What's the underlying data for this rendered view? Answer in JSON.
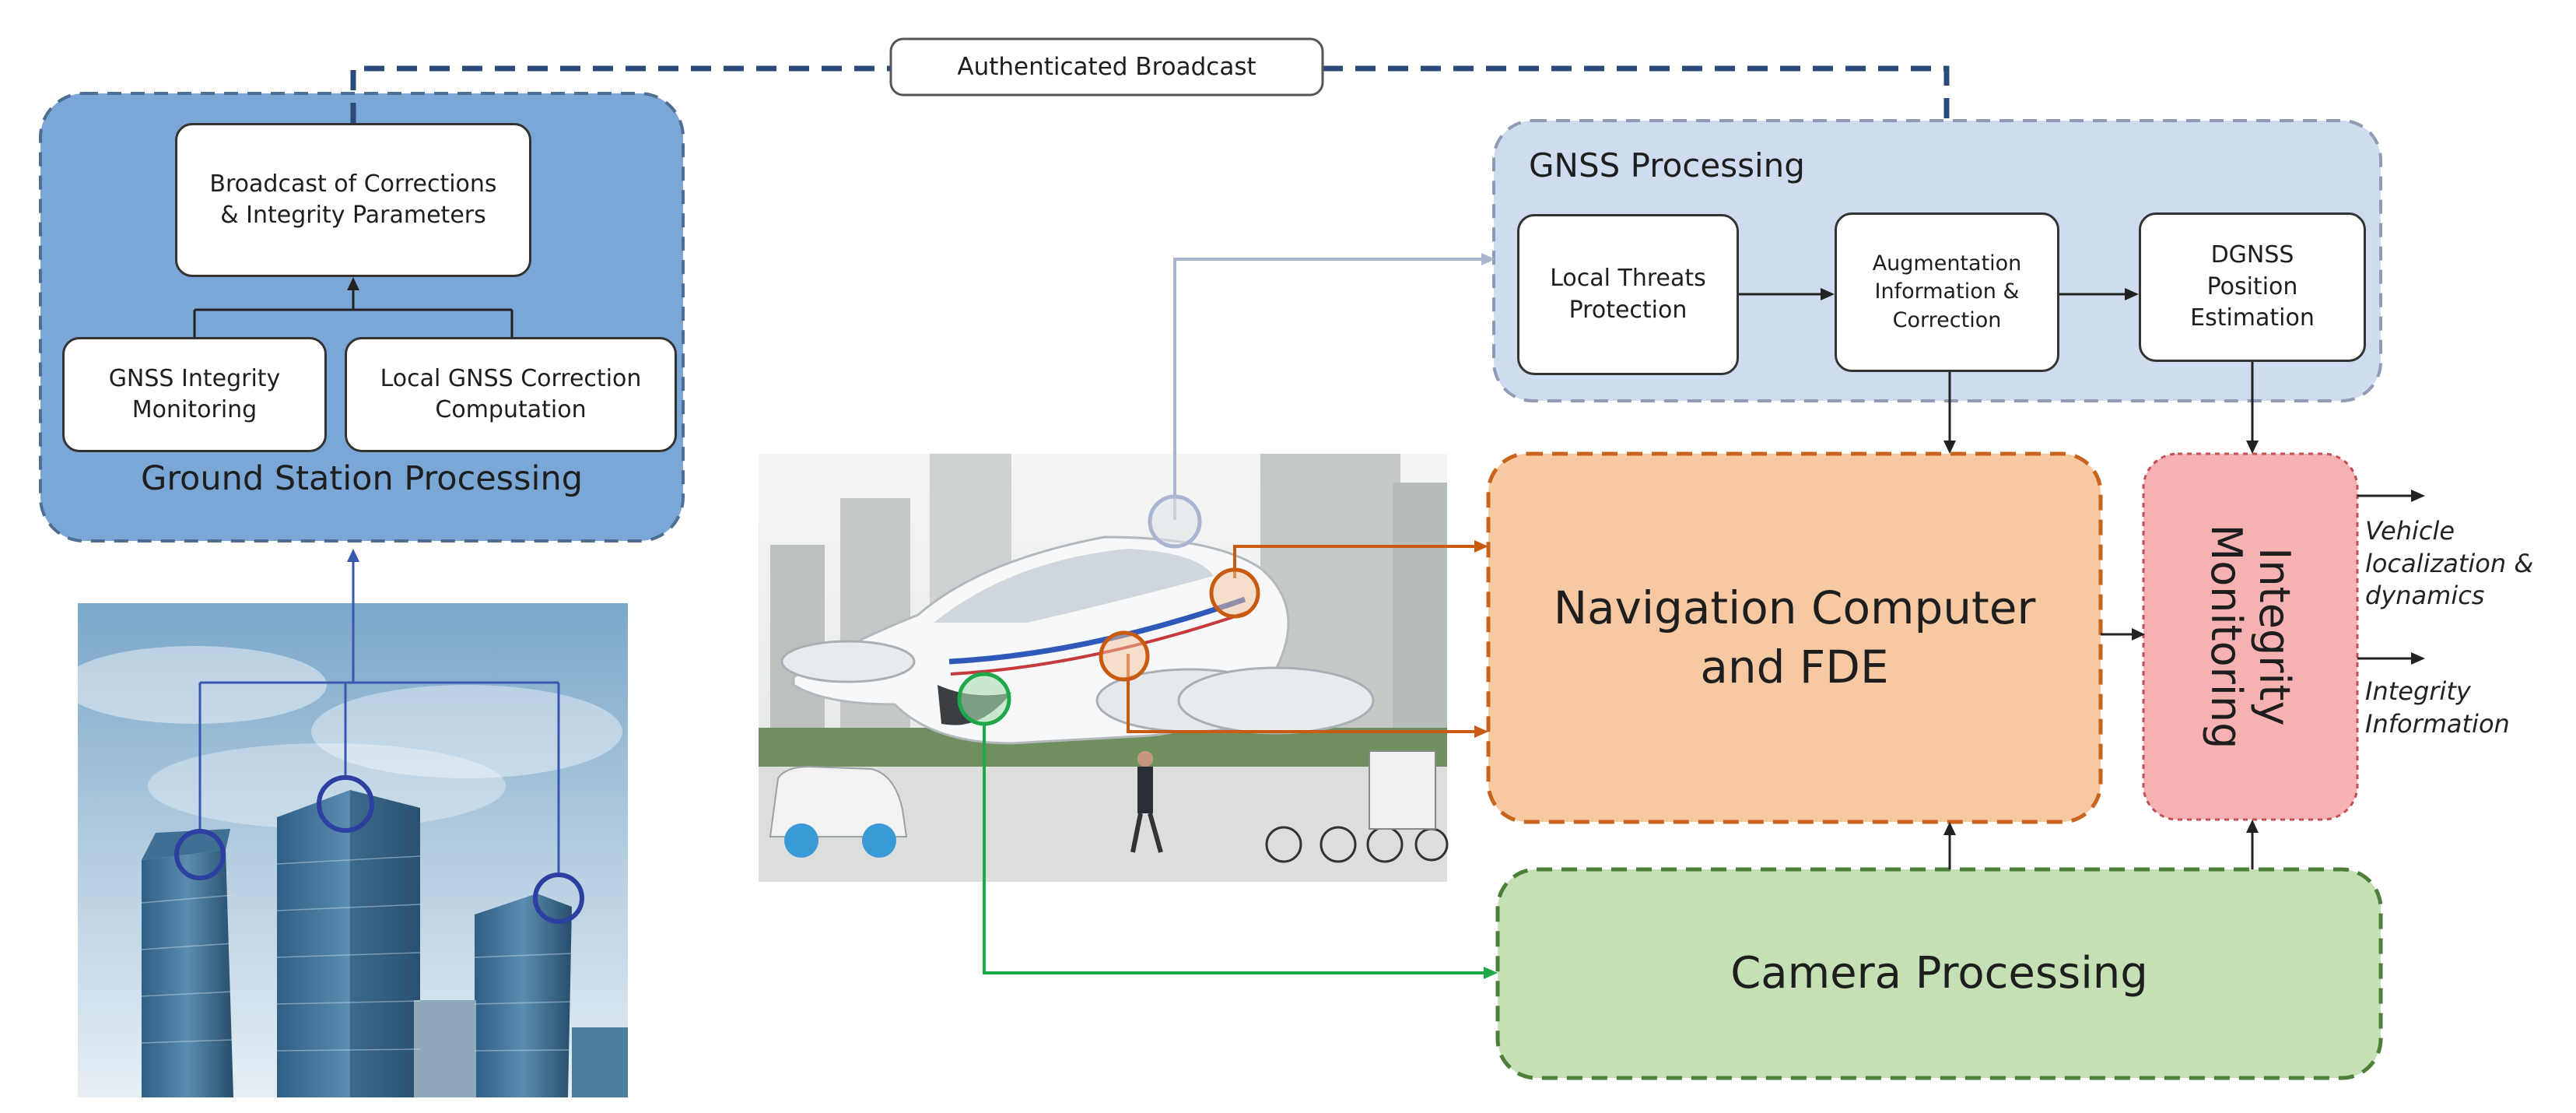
{
  "ground_station": {
    "title": "Ground Station Processing",
    "broadcast_box": "Broadcast of Corrections & Integrity Parameters",
    "integrity_monitoring_box": "GNSS Integrity Monitoring",
    "correction_box": "Local GNSS Correction Computation"
  },
  "authenticated_broadcast": "Authenticated Broadcast",
  "gnss_processing": {
    "title": "GNSS Processing",
    "local_threats_box": "Local Threats Protection",
    "augmentation_box": "Augmentation Information & Correction",
    "dgnss_box": "DGNSS Position Estimation"
  },
  "navigation_computer": "Navigation Computer and FDE",
  "integrity_monitoring": "Integrity Monitoring",
  "camera_processing": "Camera Processing",
  "outputs": {
    "vehicle": "Vehicle localization & dynamics",
    "integrity": "Integrity Information"
  },
  "colors": {
    "ground_fill": "#7ba7d6",
    "ground_border": "#4e6e93",
    "gnss_fill": "#cfdbef",
    "gnss_border": "#8e9bb3",
    "nav_fill": "#f7c9a3",
    "nav_border": "#c8641c",
    "integrity_fill": "#f6b1b3",
    "integrity_border": "#c05055",
    "camera_fill": "#c5e0b4",
    "camera_border": "#4e7f3a",
    "broadcast_line": "#2b4a78",
    "gnss_link": "#aab5d0",
    "camera_link": "#1fa84a",
    "nav_link": "#c85a12"
  }
}
